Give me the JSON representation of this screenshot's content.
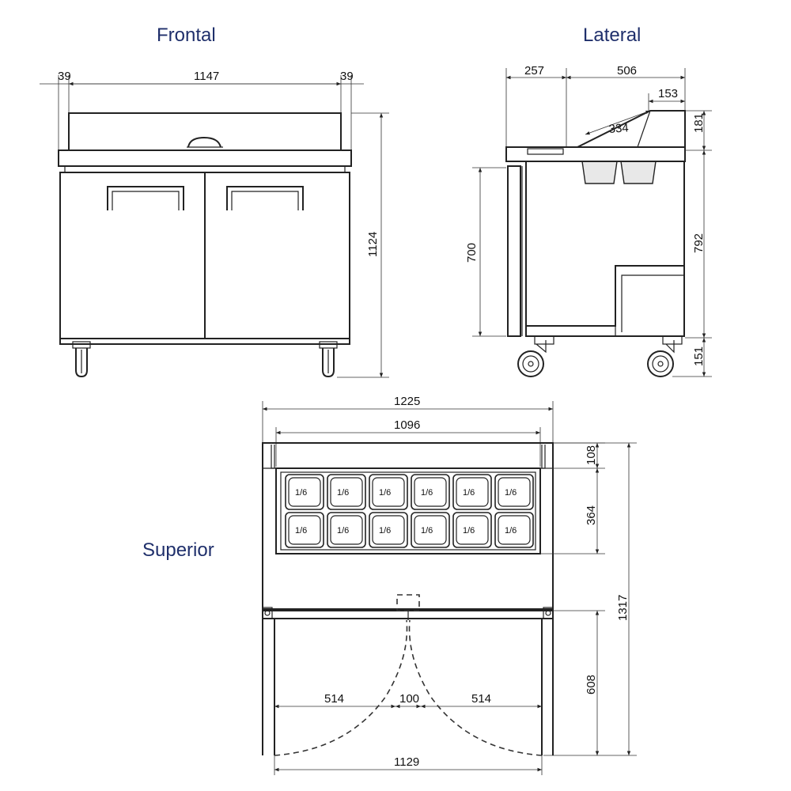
{
  "views": {
    "frontal": "Frontal",
    "lateral": "Lateral",
    "superior": "Superior"
  },
  "dimensions": {
    "frontal": {
      "left_margin": "39",
      "width": "1147",
      "right_margin": "39",
      "height": "1124"
    },
    "lateral": {
      "front_depth": "257",
      "rear_depth": "506",
      "lid_top": "153",
      "lid_span": "334",
      "lid_height": "181",
      "work_height": "700",
      "body_height": "792",
      "caster_height": "151"
    },
    "superior": {
      "overall_width": "1225",
      "inner_width": "1096",
      "lid_depth": "108",
      "pan_area_depth": "364",
      "overall_depth": "1317",
      "door_swing_depth": "608",
      "left_door": "514",
      "door_gap": "100",
      "right_door": "514",
      "base_width": "1129"
    }
  },
  "pans": {
    "label": "1/6",
    "rows": 2,
    "columns": 6
  }
}
